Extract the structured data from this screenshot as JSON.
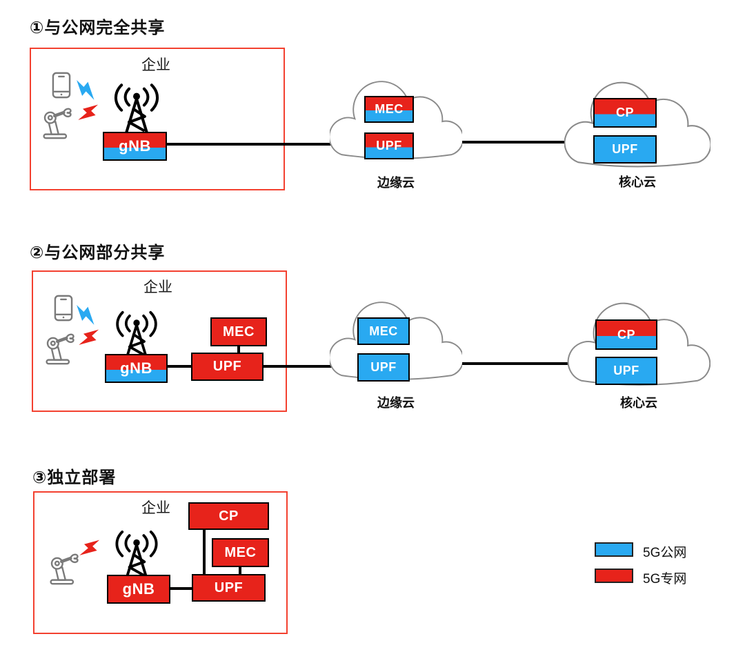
{
  "colors": {
    "public_network_blue": "#29A9F1",
    "private_network_red": "#E7231B",
    "enterprise_border_red": "#F3402F",
    "connector_black": "#000000",
    "cloud_outline_gray": "#8A8A8A",
    "device_icon_gray": "#7A7A7A"
  },
  "legend": {
    "items": [
      {
        "label": "5G公网",
        "swatch": "blue"
      },
      {
        "label": "5G专网",
        "swatch": "red"
      }
    ]
  },
  "sections": [
    {
      "title": "①与公网完全共享",
      "enterprise": {
        "label": "企业",
        "gnb": {
          "label": "gNB",
          "fill": "red-blue"
        }
      },
      "edge_cloud": {
        "label": "边缘云",
        "boxes": [
          {
            "label": "MEC",
            "fill": "red-blue"
          },
          {
            "label": "UPF",
            "fill": "red-blue"
          }
        ]
      },
      "core_cloud": {
        "label": "核心云",
        "boxes": [
          {
            "label": "CP",
            "fill": "red-blue"
          },
          {
            "label": "UPF",
            "fill": "blue"
          }
        ]
      }
    },
    {
      "title": "②与公网部分共享",
      "enterprise": {
        "label": "企业",
        "gnb": {
          "label": "gNB",
          "fill": "red-blue"
        },
        "mec": {
          "label": "MEC",
          "fill": "red"
        },
        "upf": {
          "label": "UPF",
          "fill": "red"
        }
      },
      "edge_cloud": {
        "label": "边缘云",
        "boxes": [
          {
            "label": "MEC",
            "fill": "blue"
          },
          {
            "label": "UPF",
            "fill": "blue"
          }
        ]
      },
      "core_cloud": {
        "label": "核心云",
        "boxes": [
          {
            "label": "CP",
            "fill": "red-blue"
          },
          {
            "label": "UPF",
            "fill": "blue"
          }
        ]
      }
    },
    {
      "title": "③独立部署",
      "enterprise": {
        "label": "企业",
        "gnb": {
          "label": "gNB",
          "fill": "red"
        },
        "cp": {
          "label": "CP",
          "fill": "red"
        },
        "mec": {
          "label": "MEC",
          "fill": "red"
        },
        "upf": {
          "label": "UPF",
          "fill": "red"
        }
      }
    }
  ]
}
